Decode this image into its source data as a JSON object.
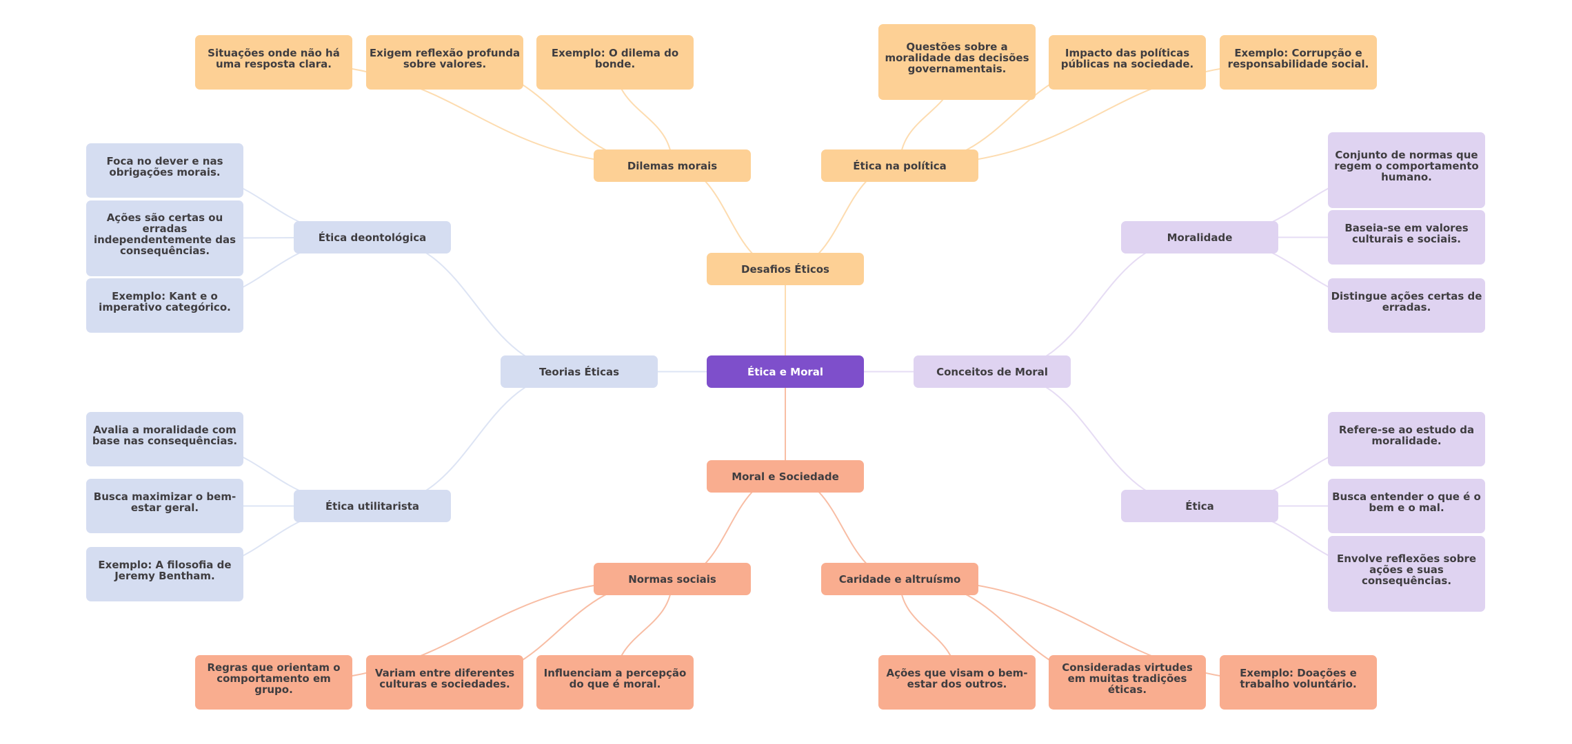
{
  "colors": {
    "root": "#7e4fcb",
    "desafios": "#fdd095",
    "moral_sociedade": "#f9ad8f",
    "teorias": "#d5ddf1",
    "conceitos": "#dfd3f1",
    "edge_desafios": "#fddcb0",
    "edge_moral_sociedade": "#f8bda4",
    "edge_teorias": "#dde4f4",
    "edge_conceitos": "#e6dcf4"
  },
  "mindmap": {
    "root": {
      "id": "root",
      "label": "Ética e Moral"
    },
    "branches": [
      {
        "id": "desafios",
        "label": "Desafios Éticos",
        "color_key": "desafios",
        "children": [
          {
            "id": "dilemas",
            "label": "Dilemas morais",
            "children": [
              {
                "id": "dilemas-1",
                "label": "Situações onde não há uma resposta clara."
              },
              {
                "id": "dilemas-2",
                "label": "Exigem reflexão profunda sobre valores."
              },
              {
                "id": "dilemas-3",
                "label": "Exemplo: O dilema do bonde."
              }
            ]
          },
          {
            "id": "politica",
            "label": "Ética na política",
            "children": [
              {
                "id": "politica-1",
                "label": "Questões sobre a moralidade das decisões governamentais."
              },
              {
                "id": "politica-2",
                "label": "Impacto das políticas públicas na sociedade."
              },
              {
                "id": "politica-3",
                "label": "Exemplo: Corrupção e responsabilidade social."
              }
            ]
          }
        ]
      },
      {
        "id": "teorias",
        "label": "Teorias Éticas",
        "color_key": "teorias",
        "children": [
          {
            "id": "deontologica",
            "label": "Ética deontológica",
            "children": [
              {
                "id": "deontologica-1",
                "label": "Foca no dever e nas obrigações morais."
              },
              {
                "id": "deontologica-2",
                "label": "Ações são certas ou erradas independentemente das consequências."
              },
              {
                "id": "deontologica-3",
                "label": "Exemplo: Kant e o imperativo categórico."
              }
            ]
          },
          {
            "id": "utilitarista",
            "label": "Ética utilitarista",
            "children": [
              {
                "id": "utilitarista-1",
                "label": "Avalia a moralidade com base nas consequências."
              },
              {
                "id": "utilitarista-2",
                "label": "Busca maximizar o bem-estar geral."
              },
              {
                "id": "utilitarista-3",
                "label": "Exemplo: A filosofia de Jeremy Bentham."
              }
            ]
          }
        ]
      },
      {
        "id": "conceitos",
        "label": "Conceitos de Moral",
        "color_key": "conceitos",
        "children": [
          {
            "id": "moralidade",
            "label": "Moralidade",
            "children": [
              {
                "id": "moralidade-1",
                "label": "Conjunto de normas que regem o comportamento humano."
              },
              {
                "id": "moralidade-2",
                "label": "Baseia-se em valores culturais e sociais."
              },
              {
                "id": "moralidade-3",
                "label": "Distingue ações certas de erradas."
              }
            ]
          },
          {
            "id": "etica",
            "label": "Ética",
            "children": [
              {
                "id": "etica-1",
                "label": "Refere-se ao estudo da moralidade."
              },
              {
                "id": "etica-2",
                "label": "Busca entender o que é o bem e o mal."
              },
              {
                "id": "etica-3",
                "label": "Envolve reflexões sobre ações e suas consequências."
              }
            ]
          }
        ]
      },
      {
        "id": "moral_sociedade",
        "label": "Moral e Sociedade",
        "color_key": "moral_sociedade",
        "children": [
          {
            "id": "normas",
            "label": "Normas sociais",
            "children": [
              {
                "id": "normas-1",
                "label": "Regras que orientam o comportamento em grupo."
              },
              {
                "id": "normas-2",
                "label": "Variam entre diferentes culturas e sociedades."
              },
              {
                "id": "normas-3",
                "label": "Influenciam a percepção do que é moral."
              }
            ]
          },
          {
            "id": "caridade",
            "label": "Caridade e altruísmo",
            "children": [
              {
                "id": "caridade-1",
                "label": "Ações que visam o bem-estar dos outros."
              },
              {
                "id": "caridade-2",
                "label": "Consideradas virtudes em muitas tradições éticas."
              },
              {
                "id": "caridade-3",
                "label": "Exemplo: Doações e trabalho voluntário."
              }
            ]
          }
        ]
      }
    ]
  }
}
